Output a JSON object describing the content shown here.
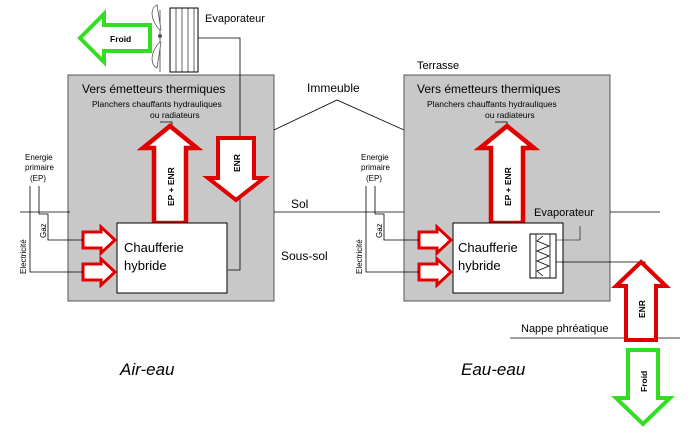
{
  "colors": {
    "building_fill": "#c8c8c8",
    "heat_red": "#e00000",
    "cold_green": "#33dd22",
    "line": "#000000"
  },
  "labels": {
    "evaporateur": "Evaporateur",
    "immeuble": "Immeuble",
    "terrasse": "Terrasse",
    "sol": "Sol",
    "sous_sol": "Sous-sol",
    "nappe": "Nappe phréatique"
  },
  "left": {
    "emitters_title": "Vers émetteurs thermiques",
    "emitters_sub1": "Planchers chauffants hydrauliques",
    "emitters_sub2": "ou radiateurs",
    "energie_1": "Energie",
    "energie_2": "primaire",
    "energie_3": "(EP)",
    "electricite": "Electricité",
    "gaz": "Gaz",
    "chaufferie_1": "Chaufferie",
    "chaufferie_2": "hybride",
    "arrow_up": "EP + ENR",
    "arrow_down": "ENR",
    "froid": "Froid",
    "caption": "Air-eau"
  },
  "right": {
    "emitters_title": "Vers émetteurs thermiques",
    "emitters_sub1": "Planchers chauffants hydrauliques",
    "emitters_sub2": "ou radiateurs",
    "energie_1": "Energie",
    "energie_2": "primaire",
    "energie_3": "(EP)",
    "electricite": "Electricité",
    "gaz": "Gaz",
    "chaufferie_1": "Chaufferie",
    "chaufferie_2": "hybride",
    "arrow_up": "EP + ENR",
    "evaporateur": "Evaporateur",
    "arrow_enr": "ENR",
    "froid": "Froid",
    "caption": "Eau-eau"
  }
}
